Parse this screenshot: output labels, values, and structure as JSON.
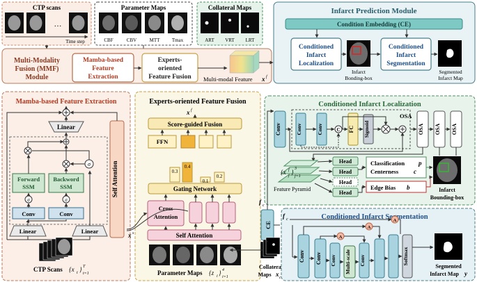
{
  "inputs": {
    "ctp_title": "CTP scans",
    "ctp_dots": "…",
    "time_step": "Time step",
    "param_title": "Parameter Maps",
    "param_labels": [
      "CBF",
      "CBV",
      "MTT",
      "Tmax"
    ],
    "coll_title": "Collateral Maps",
    "coll_labels": [
      "ART",
      "VRT",
      "LRT"
    ]
  },
  "mmf": {
    "title_line1": "Multi-Modality",
    "title_line2": "Fusion (MMF)",
    "title_line3": "Module",
    "mamba_line1": "Mamba-based",
    "mamba_line2": "Feature",
    "mamba_line3": "Extraction",
    "experts_line1": "Experts-",
    "experts_line2": "oriented",
    "experts_line3": "Feature Fusion",
    "mm_feature": "Multi-modal Feature",
    "xf_sym": "x",
    "xf_sup": "f"
  },
  "ipm": {
    "title": "Infarct Prediction Module",
    "ce": "Condition Embedding (CE)",
    "loc_line1": "Conditioned",
    "loc_line2": "Infarct",
    "loc_line3": "Localization",
    "bbox_line1": "Infarct",
    "bbox_line2": "Bonding-box",
    "seg_line1": "Conditioned",
    "seg_line2": "Infarct",
    "seg_line3": "Segmentation",
    "out_line1": "Segmented",
    "out_line2": "Infarct Map"
  },
  "mamba": {
    "title": "Mamba-based Feature Extraction",
    "linear_top": "Linear",
    "forward_line1": "Forward",
    "forward_line2": "SSM",
    "backward_line1": "Backword",
    "backward_line2": "SSM",
    "sigma": "σ",
    "conv_left": "Conv",
    "conv_right": "Conv",
    "linear_left": "Linear",
    "linear_right": "Linear",
    "self_attention": "Self Attention",
    "xs_sym": "x",
    "xs_sup": "s",
    "ctp_caption": "CTP Scans",
    "ctp_set": "{x",
    "ctp_sub": "t",
    "ctp_close": "}",
    "ctp_supT": "T",
    "ctp_subt1": "t=1"
  },
  "experts": {
    "title": "Experts-oriented Feature Fusion",
    "xf": "x",
    "xf_sup": "f",
    "score_fusion": "Score-guided Fusion",
    "ffn": "FFN",
    "weights": [
      "0.3",
      "0.4",
      "0.1",
      "0.2"
    ],
    "gating": "Gating Network",
    "cross_line1": "Cross",
    "cross_line2": "Attention",
    "self_attention": "Self Attention",
    "param_caption": "Parameter Maps",
    "param_set": "{z",
    "param_sub": "i",
    "param_close": "}",
    "param_sup4": "4",
    "param_subi1": "i=1"
  },
  "localization": {
    "title": "Conditioned Infarct Localization",
    "conv": "Conv",
    "c_circle": "C",
    "fc": "FC",
    "sigmoid": "Sigmoid",
    "osa": "OSA",
    "heads": [
      "Head",
      "Head",
      "Head",
      "Head"
    ],
    "pyr_set": "{x",
    "pyr_sup_f": "f",
    "pyr_sub_j": "j",
    "pyr_close": "}",
    "pyr_sup3": "3",
    "pyr_subj1": "j=1",
    "feature_pyramid": "Feature Pyramid",
    "class_line": "Classification",
    "class_sym": "p",
    "center_line": "Centerness",
    "center_sym": "c",
    "edge_line": "Edge Bias",
    "edge_sym": "b",
    "bbox_line1": "Infarct",
    "bbox_line2": "Bounding-box"
  },
  "ce_side": {
    "fc_sym": "f",
    "fc_sub": "c",
    "ce_label": "CE",
    "coll_line1": "Collateral",
    "coll_line2": "Maps",
    "coll_sym": "x",
    "coll_sub": "c"
  },
  "segmentation": {
    "title": "Conditioned Infarct Segmentation",
    "fc_sym": "f",
    "fc_sub": "c",
    "conv": "Conv",
    "a_circle": "A",
    "multi_scale": "Multi-scale",
    "softmax": "Softmax",
    "out_line1": "Segmented",
    "out_line2": "Infarct Map",
    "out_sym": "y"
  }
}
